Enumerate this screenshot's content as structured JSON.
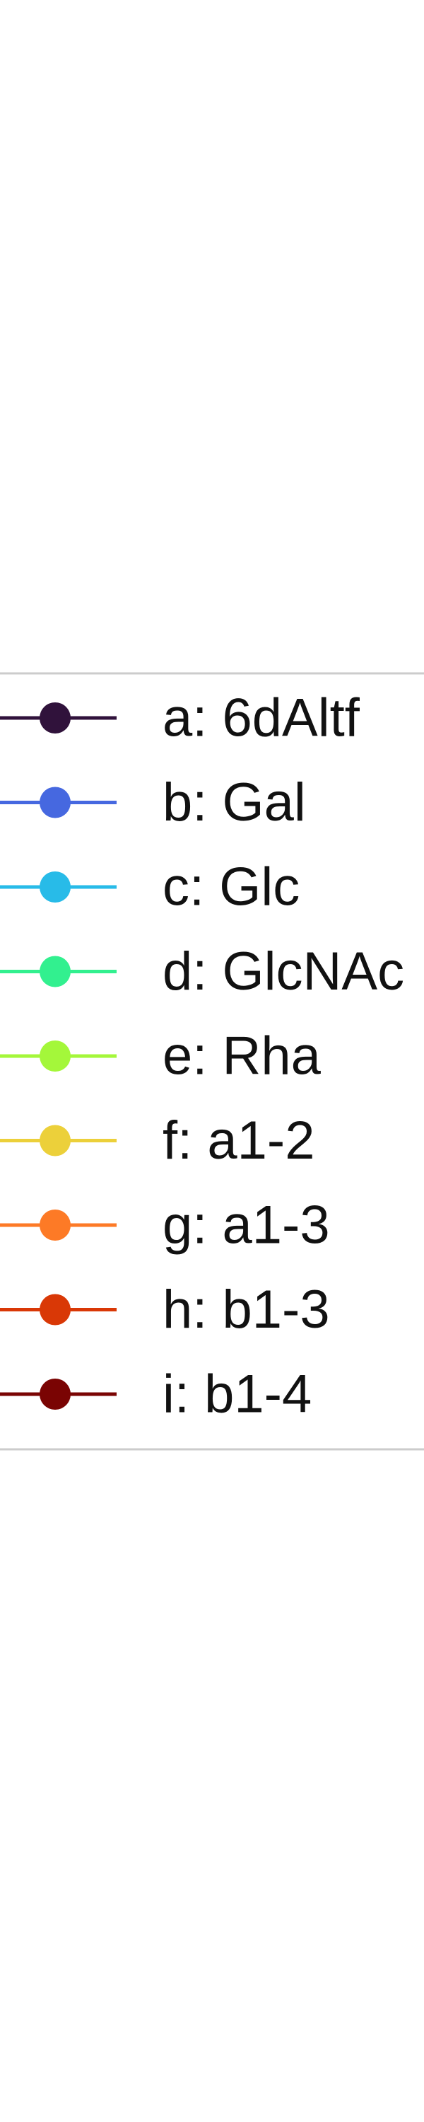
{
  "chart_data": {
    "type": "line",
    "title": "",
    "xlabel": "",
    "ylabel": "",
    "legend_position": "center",
    "series": [
      {
        "name": "a: 6dAltf",
        "color": "#30123b"
      },
      {
        "name": "b: Gal",
        "color": "#4668e0"
      },
      {
        "name": "c: Glc",
        "color": "#28bbe8"
      },
      {
        "name": "d: GlcNAc",
        "color": "#32f08f"
      },
      {
        "name": "e: Rha",
        "color": "#a4f73a"
      },
      {
        "name": "f: a1-2",
        "color": "#ecd03a"
      },
      {
        "name": "g: a1-3",
        "color": "#fd7a26"
      },
      {
        "name": "h: b1-3",
        "color": "#d93806"
      },
      {
        "name": "i: b1-4",
        "color": "#7a0403"
      }
    ]
  }
}
